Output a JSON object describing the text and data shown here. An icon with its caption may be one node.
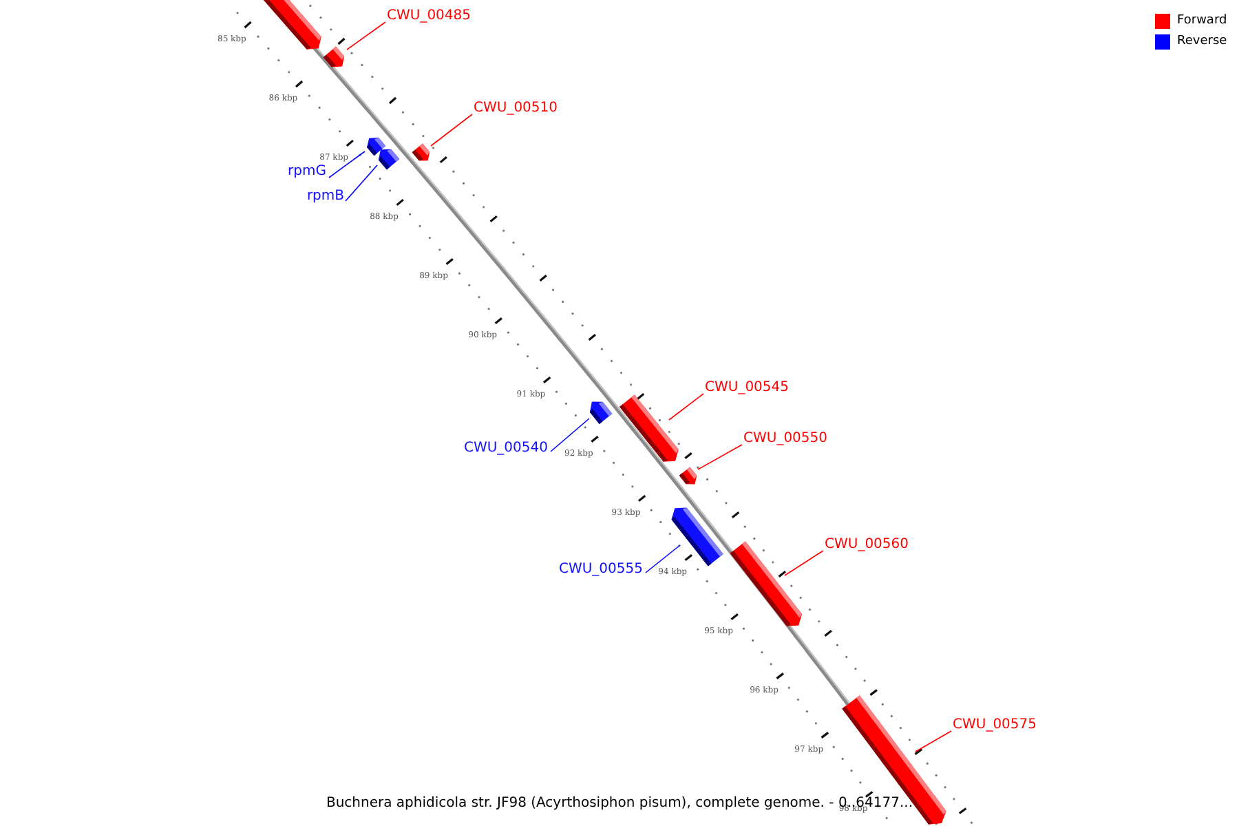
{
  "diagram": {
    "caption": "Buchnera aphidicola str. JF98 (Acyrthosiphon pisum), complete genome. - 0..64177...",
    "nodes": [
      {
        "text": [],
        "shape": "bar"
      },
      {
        "text": [
          "CWU_00485"
        ]
      },
      {
        "text": [],
        "shape": "bar"
      },
      {
        "text": [
          "CWU_00510"
        ]
      },
      {
        "text": [],
        "shape": "bar"
      },
      {
        "text": [
          "rpmG"
        ]
      },
      {
        "text": [],
        "shape": "bar"
      },
      {
        "text": [
          "rpmB"
        ]
      },
      {
        "text": [],
        "shape": "bar"
      },
      {
        "text": [
          "CWU_00545"
        ]
      },
      {
        "text": [],
        "shape": "bar"
      },
      {
        "text": [
          "CWU_00540"
        ]
      },
      {
        "text": [],
        "shape": "bar"
      },
      {
        "text": [
          "CWU_00550"
        ]
      },
      {
        "text": [],
        "shape": "bar"
      },
      {
        "text": [
          "CWU_00555"
        ]
      },
      {
        "text": [],
        "shape": "bar"
      },
      {
        "text": [
          "CWU_00560"
        ]
      },
      {
        "text": [],
        "shape": "bar"
      },
      {
        "text": [
          "CWU_00575"
        ]
      },
      {
        "text": [],
        "shape": "bar"
      }
    ],
    "edges": [
      {
        "from": 1,
        "to": 2,
        "arrow": "none"
      },
      {
        "from": 3,
        "to": 4,
        "arrow": "none"
      },
      {
        "from": 5,
        "to": 6,
        "arrow": "none",
        "color": "#0000ff"
      },
      {
        "from": 7,
        "to": 8,
        "arrow": "none",
        "color": "#0000ff"
      },
      {
        "from": 9,
        "to": 10,
        "arrow": "none"
      },
      {
        "from": 11,
        "to": 12,
        "arrow": "none",
        "color": "#0000ff"
      },
      {
        "from": 13,
        "to": 14,
        "arrow": "none"
      },
      {
        "from": 15,
        "to": 16,
        "arrow": "none",
        "color": "#0000ff"
      },
      {
        "from": 17,
        "to": 18,
        "arrow": "none"
      },
      {
        "from": 19,
        "to": 20,
        "arrow": "none"
      }
    ],
    "labels": [
      "85 kbp",
      "86 kbp",
      "87 kbp",
      "88 kbp",
      "89 kbp",
      "90 kbp",
      "91 kbp",
      "92 kbp",
      "93 kbp",
      "94 kbp",
      "95 kbp",
      "96 kbp",
      "97 kbp",
      "98 kbp"
    ],
    "legend": [
      {
        "text": "Forward",
        "color": "#ff0000"
      },
      {
        "text": "Reverse",
        "color": "#0000ff"
      }
    ]
  }
}
